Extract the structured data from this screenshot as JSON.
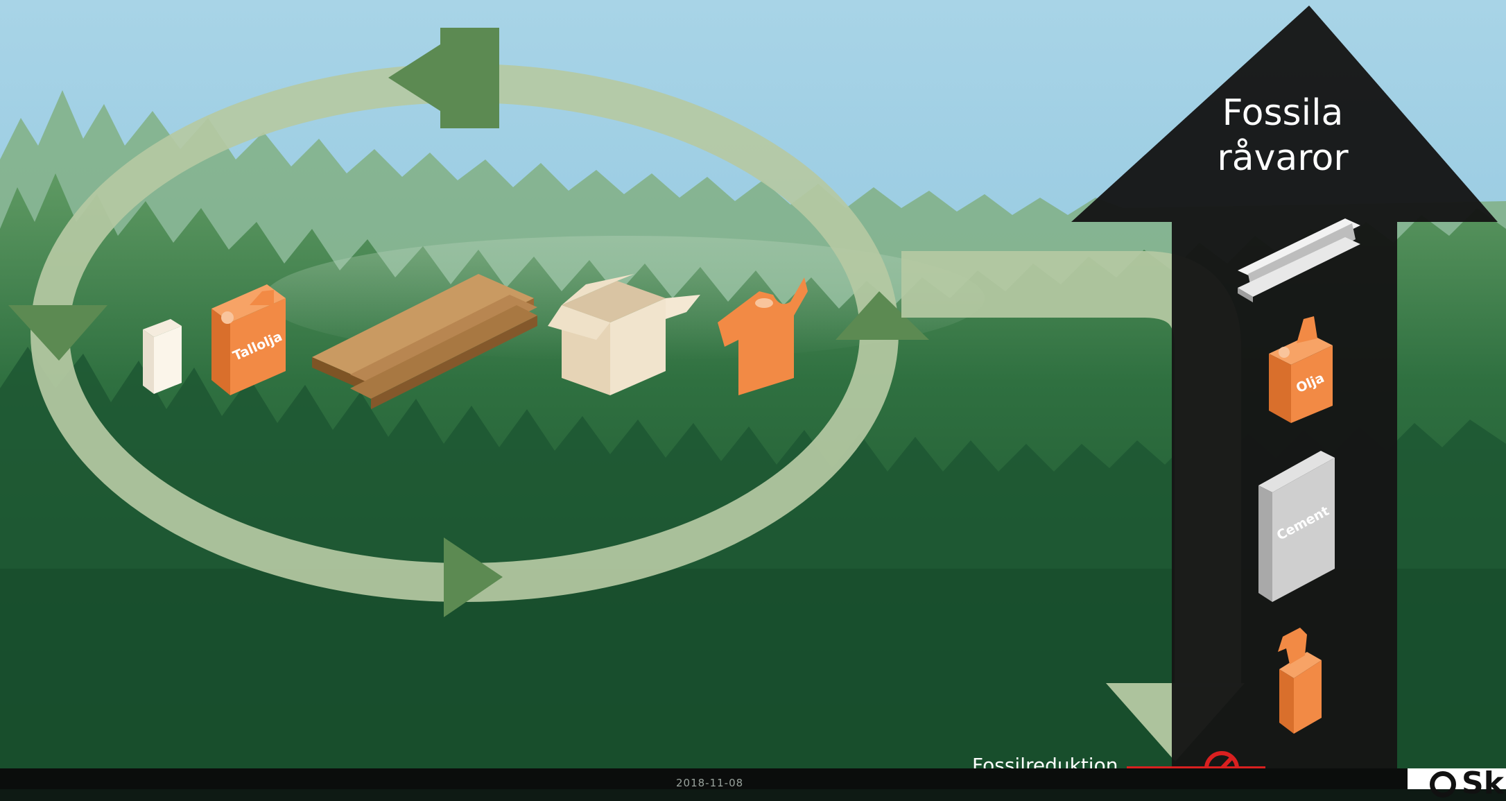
{
  "diagram": {
    "fossil_arrow": {
      "title_line1": "Fossila",
      "title_line2": "råvaror"
    },
    "bio_products": [
      {
        "name": "milk-carton"
      },
      {
        "name": "tall-oil-canister",
        "label": "Tallolja"
      },
      {
        "name": "wooden-planks"
      },
      {
        "name": "cardboard-box"
      },
      {
        "name": "t-shirt"
      }
    ],
    "fossil_products": [
      {
        "name": "steel-beam"
      },
      {
        "name": "oil-canister",
        "label": "Olja"
      },
      {
        "name": "cement-sack",
        "label": "Cement"
      },
      {
        "name": "spray-bottle"
      }
    ],
    "reduction_label": "Fossilreduktion",
    "footer": {
      "date": "2018-11-08",
      "logo_text": "Sk"
    }
  },
  "colors": {
    "sky": "#8cc5de",
    "forest_dark": "#1f5a33",
    "cycle_arrow": "#b4c9a2",
    "fossil_arrow": "#141414",
    "product_orange": "#f28a45",
    "wood": "#a87842",
    "box": "#ead8bd",
    "stop_red": "#d92020"
  }
}
